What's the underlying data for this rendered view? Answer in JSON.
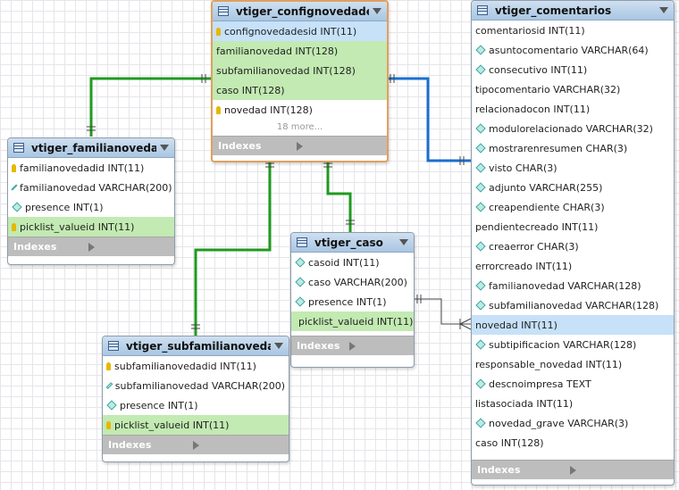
{
  "tables": {
    "confignovedades": {
      "name": "vtiger_confignovedades",
      "columns": [
        {
          "label": "confignovedadesid INT(11)",
          "icon": "key-icon",
          "hl": "blue"
        },
        {
          "label": "familianovedad INT(128)",
          "icon": "",
          "hl": "green"
        },
        {
          "label": "subfamilianovedad INT(128)",
          "icon": "",
          "hl": "green"
        },
        {
          "label": "caso INT(128)",
          "icon": "",
          "hl": "green"
        },
        {
          "label": "novedad INT(128)",
          "icon": "key-icon",
          "hl": ""
        }
      ],
      "more": "18 more...",
      "indexes": "Indexes"
    },
    "familianovedad": {
      "name": "vtiger_familianovedad",
      "columns": [
        {
          "label": "familianovedadid INT(11)",
          "icon": "key-icon",
          "hl": ""
        },
        {
          "label": "familianovedad VARCHAR(200)",
          "icon": "diamond-icon",
          "hl": ""
        },
        {
          "label": "presence INT(1)",
          "icon": "diamond-icon",
          "hl": ""
        },
        {
          "label": "picklist_valueid INT(11)",
          "icon": "key-icon",
          "hl": "green"
        }
      ],
      "indexes": "Indexes"
    },
    "caso": {
      "name": "vtiger_caso",
      "columns": [
        {
          "label": "casoid INT(11)",
          "icon": "diamond-icon",
          "hl": ""
        },
        {
          "label": "caso VARCHAR(200)",
          "icon": "diamond-icon",
          "hl": ""
        },
        {
          "label": "presence INT(1)",
          "icon": "diamond-icon",
          "hl": ""
        },
        {
          "label": "picklist_valueid INT(11)",
          "icon": "key-icon",
          "hl": "green"
        }
      ],
      "indexes": "Indexes"
    },
    "subfamilianovedad": {
      "name": "vtiger_subfamilianovedad",
      "columns": [
        {
          "label": "subfamilianovedadid INT(11)",
          "icon": "key-icon",
          "hl": ""
        },
        {
          "label": "subfamilianovedad VARCHAR(200)",
          "icon": "diamond-icon",
          "hl": ""
        },
        {
          "label": "presence INT(1)",
          "icon": "diamond-icon",
          "hl": ""
        },
        {
          "label": "picklist_valueid INT(11)",
          "icon": "key-icon",
          "hl": "green"
        }
      ],
      "indexes": "Indexes"
    },
    "comentarios": {
      "name": "vtiger_comentarios",
      "columns": [
        {
          "label": "comentariosid INT(11)",
          "icon": "",
          "hl": ""
        },
        {
          "label": "asuntocomentario VARCHAR(64)",
          "icon": "diamond-icon",
          "hl": ""
        },
        {
          "label": "consecutivo INT(11)",
          "icon": "diamond-icon",
          "hl": ""
        },
        {
          "label": "tipocomentario VARCHAR(32)",
          "icon": "",
          "hl": ""
        },
        {
          "label": "relacionadocon INT(11)",
          "icon": "",
          "hl": ""
        },
        {
          "label": "modulorelacionado VARCHAR(32)",
          "icon": "diamond-icon",
          "hl": ""
        },
        {
          "label": "mostrarenresumen CHAR(3)",
          "icon": "diamond-icon",
          "hl": ""
        },
        {
          "label": "visto CHAR(3)",
          "icon": "diamond-icon",
          "hl": ""
        },
        {
          "label": "adjunto VARCHAR(255)",
          "icon": "diamond-icon",
          "hl": ""
        },
        {
          "label": "creapendiente CHAR(3)",
          "icon": "diamond-icon",
          "hl": ""
        },
        {
          "label": "pendientecreado INT(11)",
          "icon": "",
          "hl": ""
        },
        {
          "label": "creaerror CHAR(3)",
          "icon": "diamond-icon",
          "hl": ""
        },
        {
          "label": "errorcreado INT(11)",
          "icon": "",
          "hl": ""
        },
        {
          "label": "familianovedad VARCHAR(128)",
          "icon": "diamond-icon",
          "hl": ""
        },
        {
          "label": "subfamilianovedad VARCHAR(128)",
          "icon": "diamond-icon",
          "hl": ""
        },
        {
          "label": "novedad INT(11)",
          "icon": "",
          "hl": "blue"
        },
        {
          "label": "subtipificacion VARCHAR(128)",
          "icon": "diamond-icon",
          "hl": ""
        },
        {
          "label": "responsable_novedad INT(11)",
          "icon": "",
          "hl": ""
        },
        {
          "label": "descnoimpresa TEXT",
          "icon": "diamond-icon",
          "hl": ""
        },
        {
          "label": "listasociada INT(11)",
          "icon": "",
          "hl": ""
        },
        {
          "label": "novedad_grave VARCHAR(3)",
          "icon": "diamond-icon",
          "hl": ""
        },
        {
          "label": "caso INT(128)",
          "icon": "",
          "hl": ""
        }
      ],
      "indexes": "Indexes"
    }
  },
  "colors": {
    "relation_green": "#1f9a1f",
    "relation_blue": "#1a6fd0",
    "relation_dark": "#444444",
    "row_green": "#c2eab2",
    "row_blue": "#c6e1f8",
    "selected_border": "#e0a060"
  }
}
